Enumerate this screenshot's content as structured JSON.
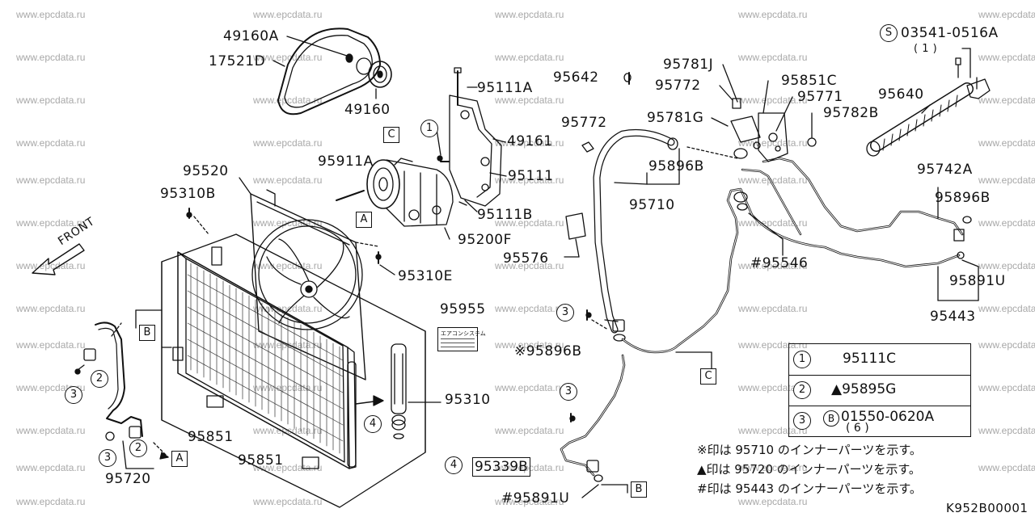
{
  "watermark": "www.epcdata.ru",
  "diagram_code": "K952B00001",
  "front_label": "FRONT",
  "box_letters": {
    "a": "A",
    "b": "B",
    "c": "C"
  },
  "circle_numbers": {
    "one": "1",
    "two": "2",
    "three": "3",
    "four": "4"
  },
  "parts": {
    "p49160A": "49160A",
    "p17521D": "17521D",
    "p49160": "49160",
    "p95111A": "95111A",
    "p49161": "49161",
    "p95911A": "95911A",
    "p95111": "95111",
    "p95111B": "95111B",
    "p95520": "95520",
    "p95310B": "95310B",
    "p95200F": "95200F",
    "p95310E": "95310E",
    "p95642": "95642",
    "p95772a": "95772",
    "p95576": "95576",
    "p95955": "95955",
    "p95896B_star": "※95896B",
    "p95781J": "95781J",
    "p95772b": "95772",
    "p95781G": "95781G",
    "p95896B_a": "95896B",
    "p95710": "95710",
    "p95851C": "95851C",
    "p95771": "95771",
    "p95782B": "95782B",
    "p95640": "95640",
    "p03541": "03541-0516A",
    "p03541_qty": "( 1 )",
    "p95742A": "95742A",
    "p95896B_b": "95896B",
    "p95546": "#95546",
    "p95891U": "95891U",
    "p95443": "95443",
    "p95310": "95310",
    "p95851a": "95851",
    "p95851b": "95851",
    "p95720": "95720",
    "p95339B": "95339B",
    "p95891U_hash": "#95891U"
  },
  "legend": {
    "row1": "95111C",
    "row2": "▲95895G",
    "row3_code": "01550-0620A",
    "row3_qty": "( 6 )",
    "row3_badge": "B"
  },
  "notes": {
    "n1": "※印は 95710 のインナーパーツを示す。",
    "n2": "▲印は 95720 のインナーパーツを示す。",
    "n3": "#印は 95443 のインナーパーツを示す。"
  },
  "sticker_text": "エアコンシステム",
  "screw_badge": "S"
}
